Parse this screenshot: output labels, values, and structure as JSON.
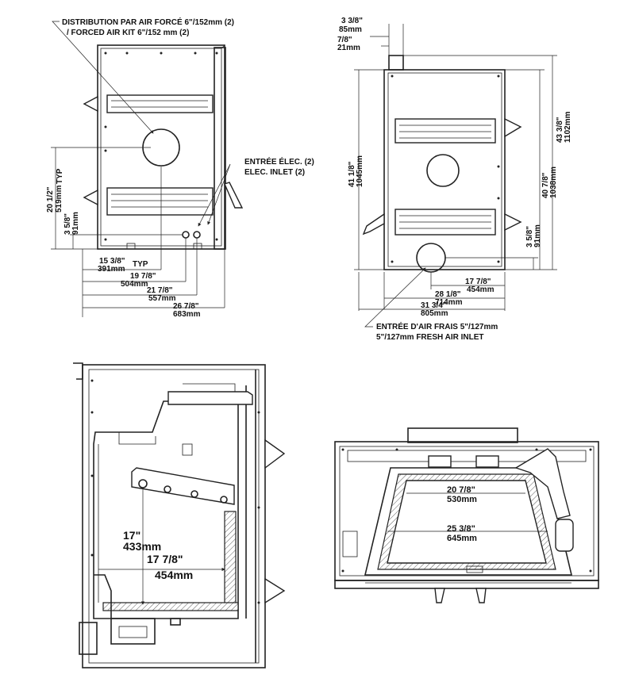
{
  "rear_view": {
    "callout_distribution": [
      "DISTRIBUTION PAR AIR FORCÉ 6\"/152mm (2)",
      "/ FORCED AIR KIT  6\"/152 mm (2)"
    ],
    "callout_elec": [
      "ENTRÉE ÉLEC. (2)",
      "ELEC. INLET (2)"
    ],
    "dim_height": [
      "20  1/2\"",
      "519mm",
      "TYP"
    ],
    "dim_small": [
      "3  5/8\"",
      "91mm"
    ],
    "dim_15": [
      "15  3/8\"",
      "TYP",
      "391mm"
    ],
    "dim_19": [
      "19  7/8\"",
      "504mm"
    ],
    "dim_21": [
      "21  7/8\"",
      "557mm"
    ],
    "dim_26": [
      "26  7/8\"",
      "683mm"
    ]
  },
  "side_view": {
    "dim_top1": [
      "3  3/8\"",
      "85mm"
    ],
    "dim_top2": [
      "7/8\"",
      "21mm"
    ],
    "dim_left": [
      "41  1/8\"",
      "1045mm"
    ],
    "dim_right1": [
      "43  3/8\"",
      "1102mm"
    ],
    "dim_right2": [
      "40  7/8\"",
      "1038mm"
    ],
    "dim_right3": [
      "3  5/8\"",
      "91mm"
    ],
    "dim_17": [
      "17  7/8\"",
      "454mm"
    ],
    "dim_28": [
      "28  1/8\"",
      "714mm"
    ],
    "dim_31": [
      "31  3/4\"",
      "805mm"
    ],
    "callout_fresh_air": [
      "ENTRÉE D'AIR FRAIS 5\"/127mm",
      "5\"/127mm FRESH AIR INLET"
    ]
  },
  "section_view": {
    "dim_height": [
      "17\"",
      "433mm"
    ],
    "dim_depth": [
      "17  7/8\"",
      "454mm"
    ]
  },
  "front_view": {
    "dim_top": [
      "20  7/8\"",
      "530mm"
    ],
    "dim_bottom": [
      "25  3/8\"",
      "645mm"
    ]
  }
}
